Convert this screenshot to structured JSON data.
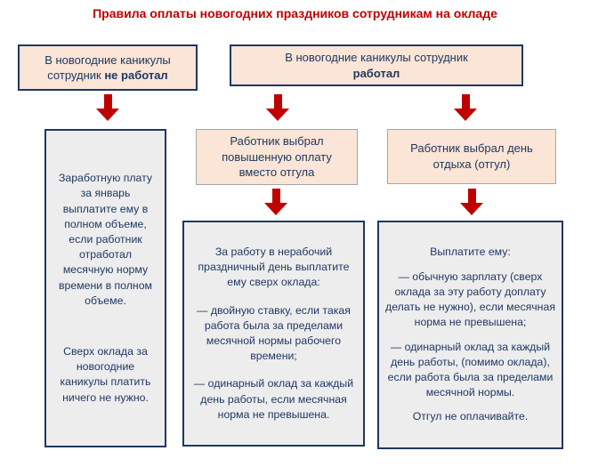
{
  "title": "Правила оплаты новогодних праздников сотрудникам на окладе",
  "colors": {
    "title_red": "#c00000",
    "arrow_red": "#c00000",
    "text_navy": "#1f3864",
    "navy_border": "#1f3864",
    "peach_background": "#fbe5d6",
    "gray_background": "#ededed",
    "gray_border": "#a6a6a6",
    "page_background": "#ffffff"
  },
  "flow": {
    "not_worked": {
      "condition_prefix": "В новогодние каникулы сотрудник",
      "condition_bold": "не работал",
      "outcome": {
        "p1": "Заработную плату за январь выплатите ему в полном объеме, если работник отработал месячную норму времени в полном объеме.",
        "p2": "Сверх оклада за новогодние каникулы платить ничего не нужно."
      }
    },
    "worked": {
      "condition_prefix": "В новогодние каникулы сотрудник",
      "condition_bold": "работал",
      "options": [
        {
          "label": "Работник выбрал повышенную оплату вместо отгула",
          "outcome": [
            "За работу в нерабочий праздничный день выплатите ему сверх оклада:",
            "— двойную ставку, если такая работа была за пределами месячной нормы рабочего времени;",
            "— одинарный оклад за каждый день работы, если месячная норма не превышена."
          ]
        },
        {
          "label": "Работник выбрал день отдыха (отгул)",
          "outcome": [
            "Выплатите ему:",
            "— обычную зарплату (сверх оклада за эту работу доплату делать не нужно), если месячная норма не превышена;",
            "— одинарный оклад за каждый день работы, (помимо оклада), если работа была за пределами месячной нормы.",
            "Отгул не оплачивайте."
          ]
        }
      ]
    }
  }
}
